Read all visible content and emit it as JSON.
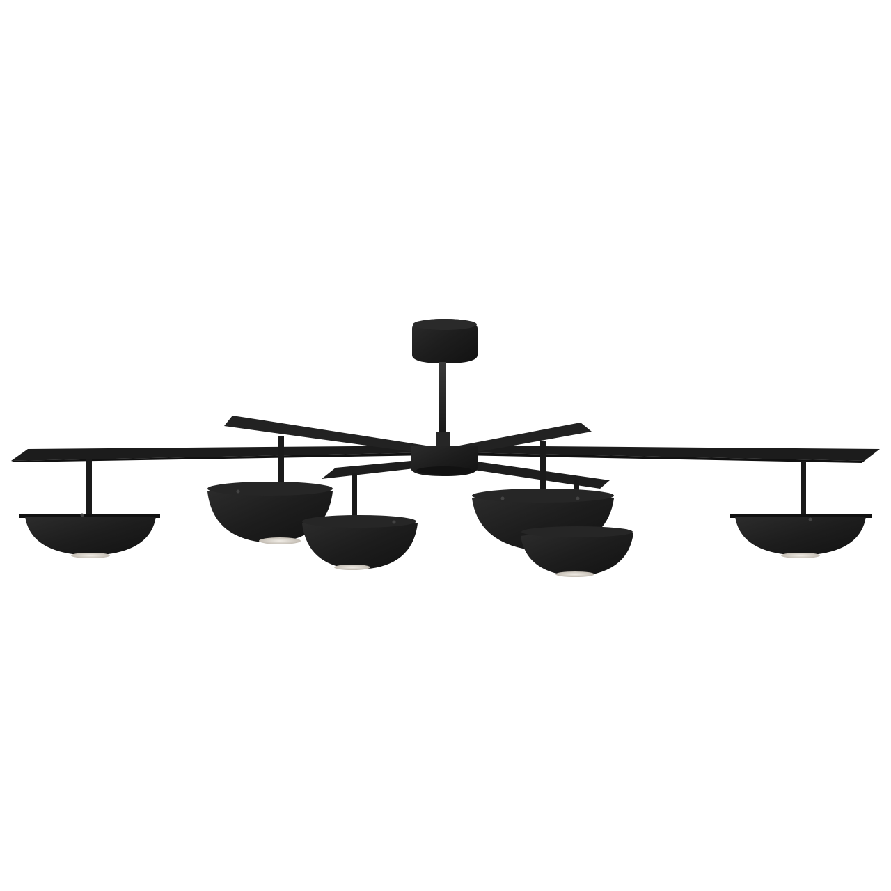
{
  "scene": {
    "subject": "chandelier-product-photo",
    "background_color": "#ffffff",
    "fixture_color": "#1f1f1f",
    "fixture_shadow_color": "#151515",
    "fixture_highlight_color": "#3a3a3a",
    "diffuser_color": "#d9d4cc",
    "shade_count": 6,
    "arm_count": 6
  }
}
